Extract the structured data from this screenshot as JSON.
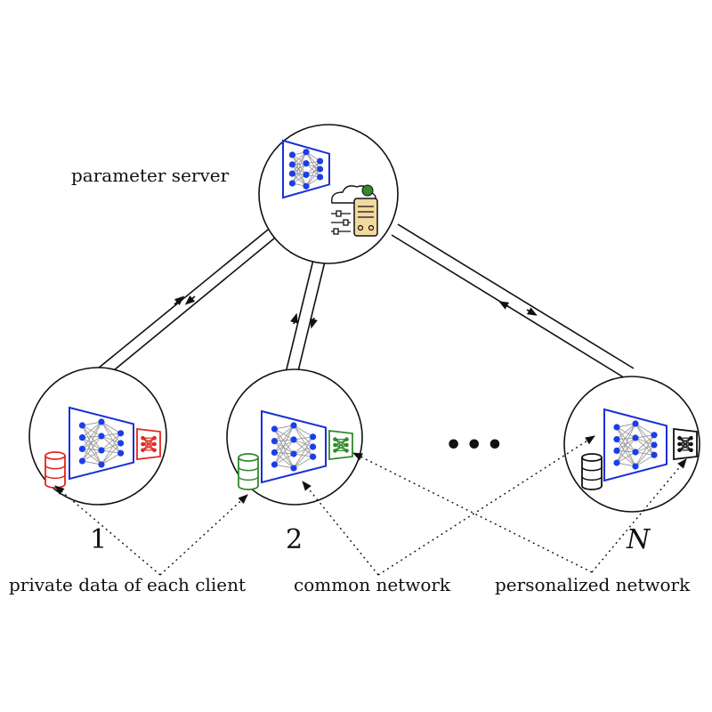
{
  "labels": {
    "server": "parameter server",
    "private_data": "private data of each client",
    "common_network": "common network",
    "personalized_network": "personalized network"
  },
  "clients": [
    {
      "label": "1",
      "color": "#e0281e"
    },
    {
      "label": "2",
      "color": "#2e8a2a"
    },
    {
      "label": "N",
      "color": "#111111"
    }
  ],
  "ellipsis": "•••",
  "colors": {
    "network_blue": "#1a2fd6",
    "node_blue": "#1a3fe8",
    "edge_gray": "#9a9a9a",
    "server_tan": "#f3d9a0"
  },
  "icons": {
    "server": "cloud-server-rack-icon",
    "data": "database-cylinder-icon",
    "personal": "small-network-icon"
  }
}
